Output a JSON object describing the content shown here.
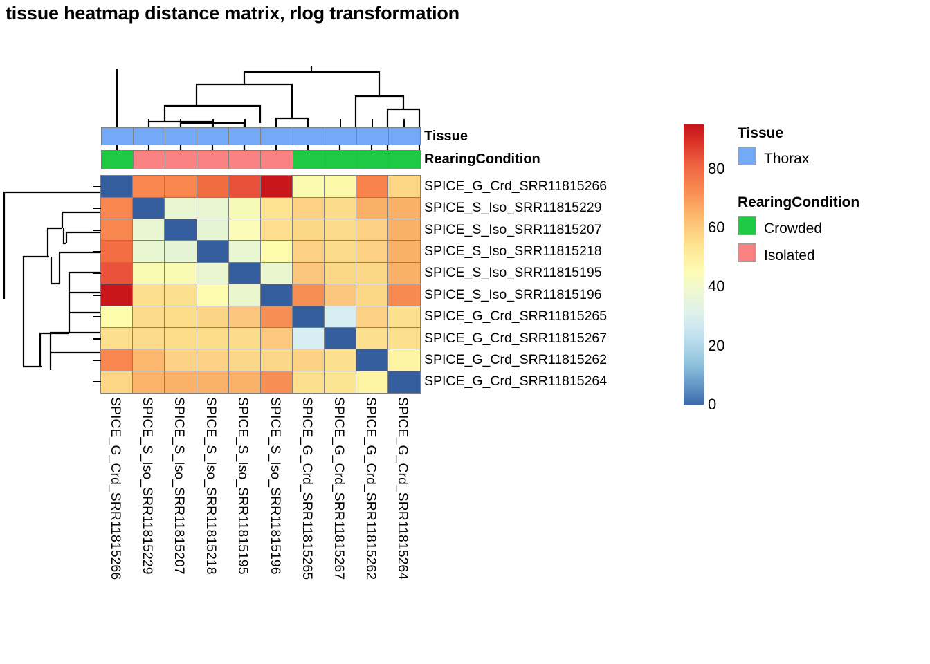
{
  "title": "tissue heatmap distance matrix, rlog transformation",
  "annotations": {
    "tissue_label": "Tissue",
    "rearing_label": "RearingCondition"
  },
  "legends": {
    "tissue": {
      "title": "Tissue",
      "items": [
        {
          "label": "Thorax",
          "color": "#74a9f7"
        }
      ]
    },
    "rearing": {
      "title": "RearingCondition",
      "items": [
        {
          "label": "Crowded",
          "color": "#1fc944"
        },
        {
          "label": "Isolated",
          "color": "#fa8181"
        }
      ]
    }
  },
  "colorbar": {
    "ticks": [
      "80",
      "60",
      "40",
      "20",
      "0"
    ],
    "tick_values": [
      80,
      60,
      40,
      20,
      0
    ],
    "min": 0,
    "max": 95,
    "palette": "RdYlBu reversed"
  },
  "chart_data": {
    "type": "heatmap",
    "title": "tissue heatmap distance matrix, rlog transformation",
    "xlabel": "",
    "ylabel": "",
    "colorbar_label": "",
    "zlim": [
      0,
      95
    ],
    "grid": false,
    "legend_position": "right",
    "row_labels": [
      "SPICE_G_Crd_SRR11815266",
      "SPICE_S_Iso_SRR11815229",
      "SPICE_S_Iso_SRR11815207",
      "SPICE_S_Iso_SRR11815218",
      "SPICE_S_Iso_SRR11815195",
      "SPICE_S_Iso_SRR11815196",
      "SPICE_G_Crd_SRR11815265",
      "SPICE_G_Crd_SRR11815267",
      "SPICE_G_Crd_SRR11815262",
      "SPICE_G_Crd_SRR11815264"
    ],
    "column_labels": [
      "SPICE_G_Crd_SRR11815266",
      "SPICE_S_Iso_SRR11815229",
      "SPICE_S_Iso_SRR11815207",
      "SPICE_S_Iso_SRR11815218",
      "SPICE_S_Iso_SRR11815195",
      "SPICE_S_Iso_SRR11815196",
      "SPICE_G_Crd_SRR11815265",
      "SPICE_G_Crd_SRR11815267",
      "SPICE_G_Crd_SRR11815262",
      "SPICE_G_Crd_SRR11815264"
    ],
    "values": [
      [
        0,
        72,
        72,
        78,
        84,
        93,
        51,
        51,
        75,
        60
      ],
      [
        72,
        0,
        36,
        36,
        42,
        55,
        58,
        55,
        64,
        64
      ],
      [
        72,
        36,
        0,
        34,
        42,
        54,
        56,
        54,
        59,
        64
      ],
      [
        78,
        36,
        34,
        0,
        36,
        46,
        59,
        55,
        58,
        64
      ],
      [
        84,
        42,
        42,
        36,
        0,
        37,
        62,
        57,
        57,
        65
      ],
      [
        93,
        55,
        54,
        46,
        37,
        0,
        70,
        63,
        57,
        73
      ],
      [
        51,
        58,
        56,
        59,
        62,
        70,
        0,
        28,
        62,
        54
      ],
      [
        51,
        55,
        54,
        55,
        57,
        63,
        28,
        0,
        55,
        53
      ],
      [
        75,
        64,
        59,
        58,
        57,
        57,
        62,
        55,
        0,
        52
      ],
      [
        60,
        64,
        64,
        64,
        65,
        73,
        54,
        53,
        52,
        0
      ]
    ],
    "cell_colors": [
      [
        "#355e9f",
        "#f7874f",
        "#f7874f",
        "#f26c42",
        "#e9503a",
        "#c9161c",
        "#fbfbb0",
        "#fbf9a9",
        "#f8834c",
        "#fcd585"
      ],
      [
        "#f7874f",
        "#355e9f",
        "#e8f6d2",
        "#e7f5d0",
        "#f7fab6",
        "#fde28f",
        "#fdd083",
        "#fcdc8a",
        "#fab167",
        "#fbb069"
      ],
      [
        "#f7874f",
        "#e8f6d2",
        "#355e9f",
        "#e4f4d4",
        "#f9fbb6",
        "#fddf8d",
        "#fcd786",
        "#fcdb8a",
        "#fcd184",
        "#fbb06a"
      ],
      [
        "#f36e43",
        "#e8f6d2",
        "#e4f4d4",
        "#355e9f",
        "#e8f6d2",
        "#fcfcac",
        "#fcd184",
        "#fcdb8a",
        "#fcd184",
        "#fbb06a"
      ],
      [
        "#ea5239",
        "#f9fbb5",
        "#f9fbb4",
        "#e9f6cf",
        "#355e9f",
        "#eaf6cd",
        "#fcc67d",
        "#fcd786",
        "#fcd786",
        "#fbb06a"
      ],
      [
        "#c9161c",
        "#fcdf8c",
        "#fcdf8c",
        "#fdfbad",
        "#e9f6cd",
        "#355e9f",
        "#f78f55",
        "#fcc67d",
        "#fcd786",
        "#f78a50"
      ],
      [
        "#fcfcab",
        "#fcdb8a",
        "#fcdd8a",
        "#fcd486",
        "#fcc67d",
        "#f78f55",
        "#355e9f",
        "#d7eef3",
        "#fcd184",
        "#fce08d"
      ],
      [
        "#fce08d",
        "#fcdc8b",
        "#fcdd8a",
        "#fcdd8a",
        "#fcdb8a",
        "#fcc87e",
        "#d7eef3",
        "#355e9f",
        "#fce08d",
        "#fce08d"
      ],
      [
        "#f7874f",
        "#fbb76e",
        "#fcd184",
        "#fcd184",
        "#fcd787",
        "#fcd787",
        "#fcd184",
        "#fce08d",
        "#355e9f",
        "#fdf3a3"
      ],
      [
        "#fcd585",
        "#fbb36c",
        "#fbb16a",
        "#fbb16a",
        "#fbb16a",
        "#f78f55",
        "#fce08d",
        "#fce592",
        "#fdf3a3",
        "#355e9f"
      ]
    ],
    "annotation_tracks": [
      {
        "name": "Tissue",
        "values": [
          "Thorax",
          "Thorax",
          "Thorax",
          "Thorax",
          "Thorax",
          "Thorax",
          "Thorax",
          "Thorax",
          "Thorax",
          "Thorax"
        ],
        "colors": [
          "#74a9f7",
          "#74a9f7",
          "#74a9f7",
          "#74a9f7",
          "#74a9f7",
          "#74a9f7",
          "#74a9f7",
          "#74a9f7",
          "#74a9f7",
          "#74a9f7"
        ]
      },
      {
        "name": "RearingCondition",
        "values": [
          "Crowded",
          "Isolated",
          "Isolated",
          "Isolated",
          "Isolated",
          "Isolated",
          "Crowded",
          "Crowded",
          "Crowded",
          "Crowded"
        ],
        "colors": [
          "#1fc944",
          "#fa8181",
          "#fa8181",
          "#fa8181",
          "#fa8181",
          "#fa8181",
          "#1fc944",
          "#1fc944",
          "#1fc944",
          "#1fc944"
        ]
      }
    ]
  }
}
